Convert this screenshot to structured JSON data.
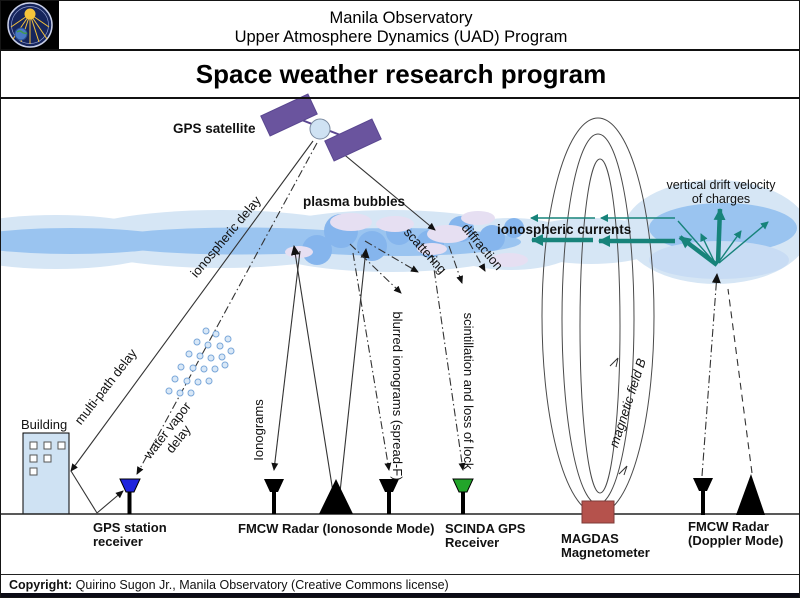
{
  "header": {
    "org": "Manila Observatory",
    "program": "Upper Atmosphere Dynamics (UAD) Program",
    "logo": "manila-observatory-seal"
  },
  "title": "Space weather research program",
  "diagram": {
    "labels": {
      "gps_satellite": "GPS satellite",
      "plasma_bubbles": "plasma bubbles",
      "ionospheric_delay": "ionospheric delay",
      "multi_path_delay": "multi-path delay",
      "water_vapor_line1": "water vapor",
      "water_vapor_line2": "delay",
      "ionograms": "Ionograms",
      "blurred_ionograms": "blurred ionograms (spread-F)",
      "scintillation": "scintillation and loss of lock",
      "scattering": "scattering",
      "diffraction": "diffraction",
      "ionospheric_currents": "ionospheric currents",
      "vertical_drift_line1": "vertical drift velocity",
      "vertical_drift_line2": "of charges",
      "magnetic_field": "magnetic field B",
      "building": "Building"
    },
    "stations": {
      "gps_station_line1": "GPS station",
      "gps_station_line2": "receiver",
      "fmcw_ionosonde": "FMCW Radar (Ionosonde Mode)",
      "scinda_line1": "SCINDA GPS",
      "scinda_line2": "Receiver",
      "magdas_line1": "MAGDAS",
      "magdas_line2": "Magnetometer",
      "fmcw_doppler_line1": "FMCW Radar",
      "fmcw_doppler_line2": "(Doppler Mode)"
    },
    "colors": {
      "ionosphere_light": "#d6e6f5",
      "ionosphere_core": "#9ac4f0",
      "plasma_bubble": "#85b5ed",
      "bubble_interior": "#e6dff2",
      "satellite_panel": "#6a549e",
      "current_arrows_teal": "#17837a",
      "gps_antenna_blue": "#1f24dd",
      "scinda_antenna_green": "#22a52a",
      "magdas_box_red": "#b5524c",
      "building_fill": "#cfe2f3"
    }
  },
  "footer": {
    "copyright_label": "Copyright:",
    "copyright_text": " Quirino Sugon Jr., Manila Observatory (Creative Commons license)"
  }
}
